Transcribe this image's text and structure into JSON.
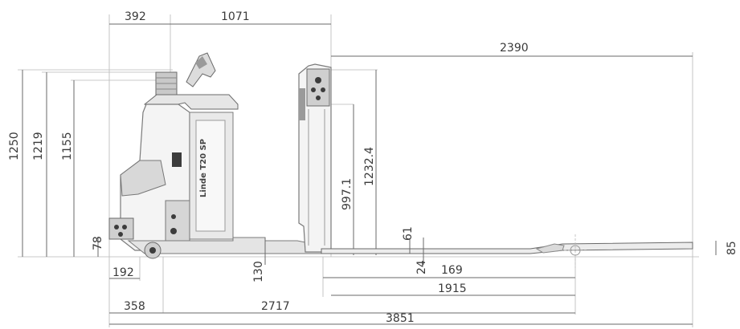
{
  "drawing": {
    "dimensions": {
      "top_head": "392",
      "top_chassis": "1071",
      "top_forks": "2390",
      "height_1250": "1250",
      "height_1219": "1219",
      "height_1155": "1155",
      "height_997": "997.1",
      "height_1232": "1232.4",
      "fork_height": "78",
      "wheel_offset": "192",
      "ground_130": "130",
      "lift_61": "61",
      "lift_24": "24",
      "fork_thickness": "85",
      "d_169": "169",
      "d_1915": "1915",
      "d_358": "358",
      "d_2717": "2717",
      "overall_length": "3851"
    },
    "truck_label": "Linde T20 SP"
  }
}
